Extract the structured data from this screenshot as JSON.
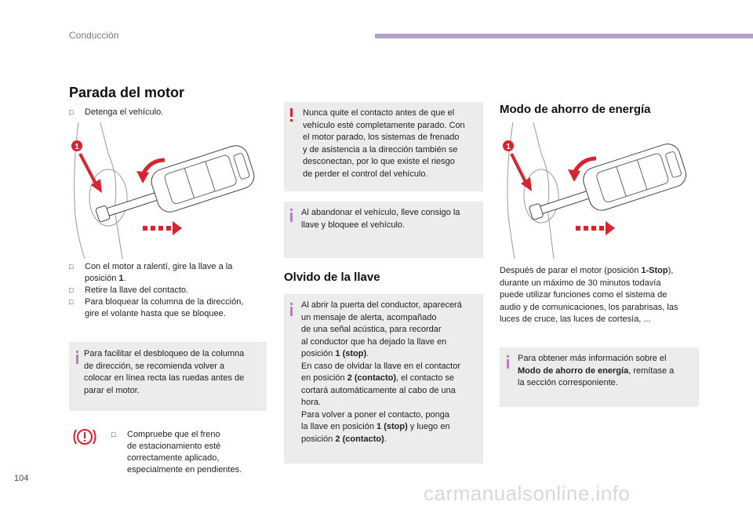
{
  "header": {
    "section": "Conducción",
    "accent": "#b3a2c6"
  },
  "page_number": "104",
  "watermark": "carmanualsonline.info",
  "col1": {
    "title": "Parada del motor",
    "step1": "Detenga el vehículo.",
    "steps": [
      [
        "Con el motor a ralentí, gire la llave a la",
        "posición ",
        "1",
        "."
      ],
      "Retire la llave del contacto.",
      [
        "Para bloquear la columna de la dirección,",
        "gire el volante hasta que se bloquee."
      ]
    ],
    "info_lines": [
      "Para facilitar el desbloqueo de la columna",
      "de dirección, se recomienda volver a",
      "colocar en línea recta las ruedas antes de",
      "parar el motor."
    ],
    "check_lines": [
      "Compruebe que el freno",
      "de estacionamiento esté",
      "correctamente aplicado,",
      "especialmente en pendientes."
    ],
    "callout": "1"
  },
  "col2": {
    "warn_lines": [
      "Nunca quite el contacto antes de que el",
      "vehículo esté completamente parado. Con",
      "el motor parado, los sistemas de frenado",
      "y de asistencia a la dirección también se",
      "desconectan, por lo que existe el riesgo",
      "de perder el control del vehículo."
    ],
    "info2_lines": [
      "Al abandonar el vehículo, lleve consigo la",
      "llave y bloquee el vehículo."
    ],
    "title": "Olvido de la llave",
    "info3": {
      "l1": "Al abrir la puerta del conductor, aparecerá",
      "l2": "un mensaje de alerta, acompañado",
      "l3": "de una señal acústica, para recordar",
      "l4": "al conductor que ha dejado la llave en",
      "l5a": "posición ",
      "l5b": "1 (stop)",
      "l5c": ".",
      "l6": "En caso de olvidar la llave en el contactor",
      "l7a": "en posición ",
      "l7b": "2 (contacto)",
      "l7c": ", el contacto se",
      "l8": "cortará automáticamente al cabo de una",
      "l9": "hora.",
      "l10": "Para volver a poner el contacto, ponga",
      "l11a": "la llave en posición ",
      "l11b": "1 (stop)",
      "l11c": " y luego en",
      "l12a": "posición ",
      "l12b": "2 (contacto)",
      "l12c": "."
    }
  },
  "col3": {
    "title": "Modo de ahorro de energía",
    "callout": "1",
    "para": {
      "l1a": "Después de parar el motor (posición ",
      "l1b": "1-Stop",
      "l1c": "),",
      "l2": "durante un máximo de 30 minutos todavía",
      "l3": "puede utilizar funciones como el sistema de",
      "l4": "audio y de comunicaciones, los parabrisas, las",
      "l5": "luces de cruce, las luces de cortesía, ..."
    },
    "info": {
      "l1": "Para obtener más información sobre el",
      "l2": "Modo de ahorro de energía",
      "l2b": ", remítase a",
      "l3": "la sección corresponiente."
    }
  },
  "colors": {
    "info": "#b27fbf",
    "warning": "#d9232e",
    "box": "#ececec",
    "callout": "#d9232e"
  }
}
